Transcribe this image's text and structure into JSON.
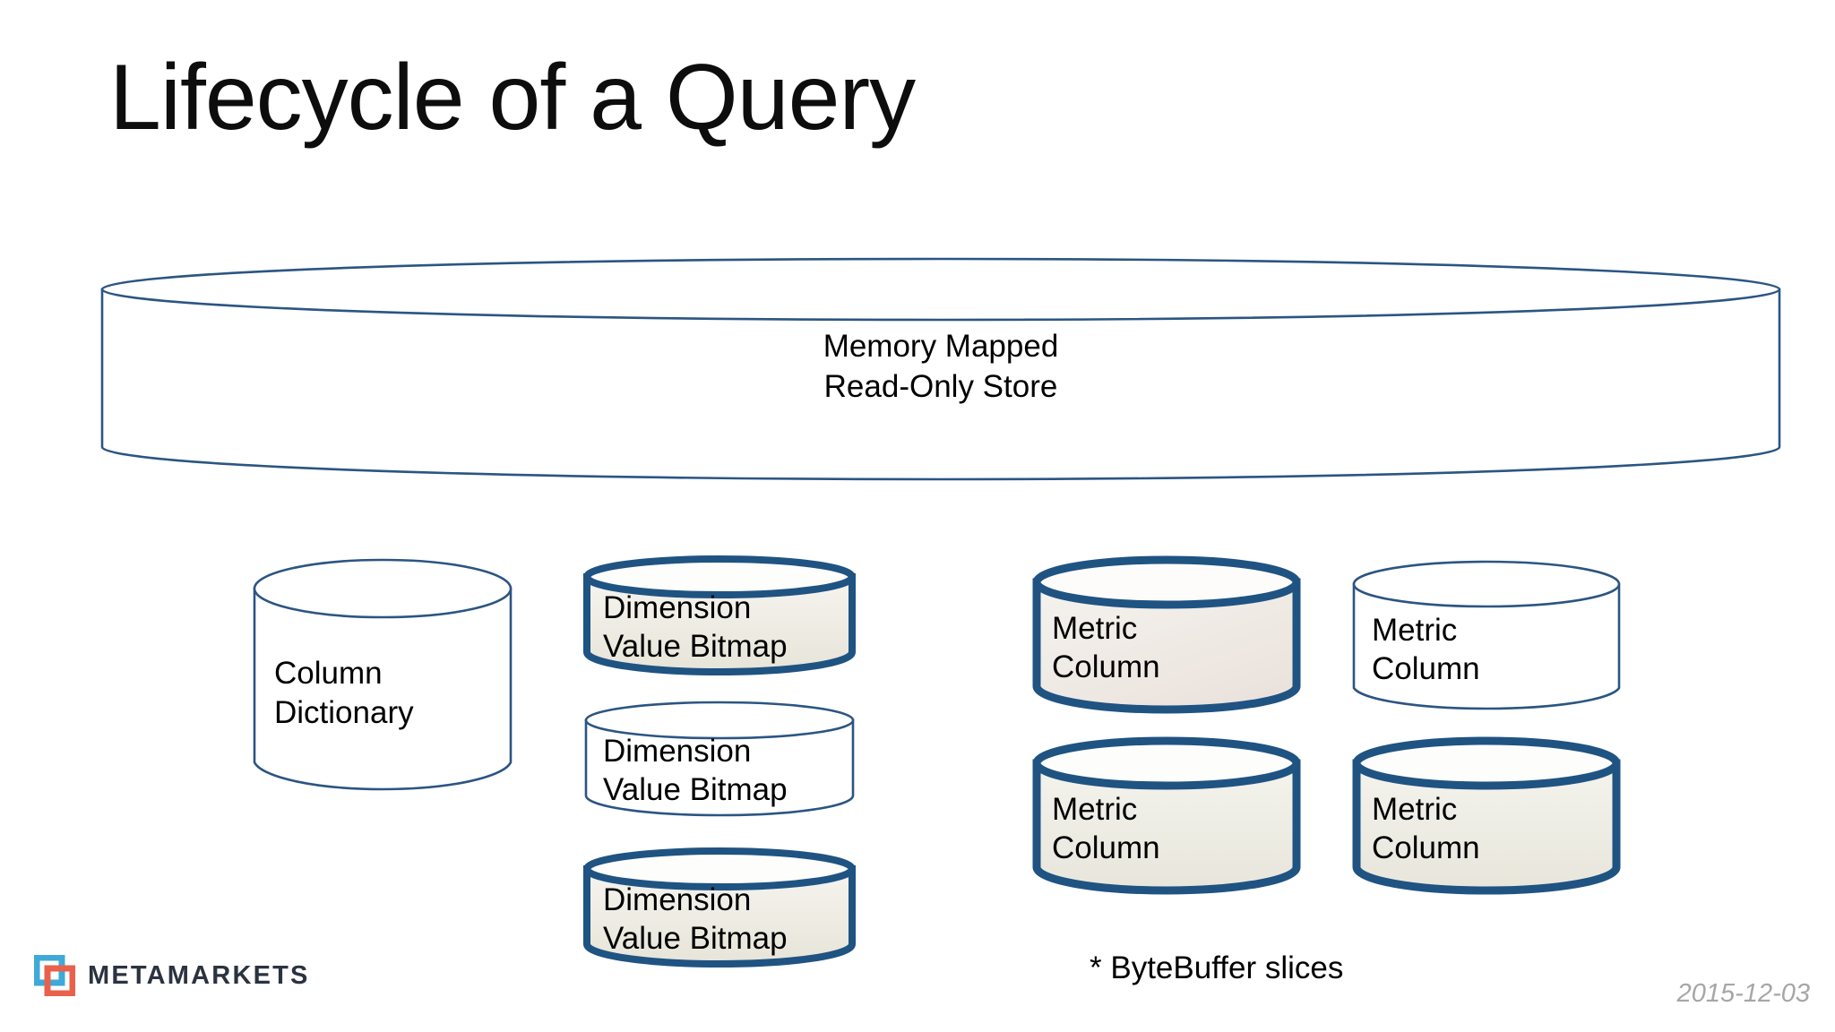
{
  "slide": {
    "title": "Lifecycle of a Query",
    "date": "2015-12-03",
    "footnote": "* ByteBuffer slices",
    "background": "#ffffff"
  },
  "brand": {
    "name": "METAMARKETS",
    "logo_icon": "metamarkets-squares-icon",
    "square_cyan": "#3fa9d8",
    "square_orange": "#e8614a",
    "wordmark_color": "#2b3340"
  },
  "palette": {
    "outline_thin": "#2b5582",
    "outline_thick": "#1f5382",
    "fill_white": "#ffffff",
    "fill_beige_top": "#f2f0ea",
    "fill_beige_bottom": "#e9e6dc",
    "fill_warm_top": "#f4efec",
    "fill_warm_bottom": "#ece5e1",
    "text_color": "#000000",
    "title_color": "#0d0d0d",
    "date_color": "#a6a6a6"
  },
  "diagram": {
    "store": {
      "label": "Memory Mapped\nRead-Only Store",
      "style": "thin-outline",
      "fill": "white"
    },
    "column_dictionary": {
      "label": "Column\nDictionary",
      "style": "thin-outline",
      "fill": "white"
    },
    "dimension_bitmaps": [
      {
        "label": "Dimension\nValue Bitmap",
        "style": "thick-outline",
        "fill": "beige"
      },
      {
        "label": "Dimension\nValue Bitmap",
        "style": "thin-outline",
        "fill": "white"
      },
      {
        "label": "Dimension\nValue Bitmap",
        "style": "thick-outline",
        "fill": "beige"
      }
    ],
    "metric_columns": [
      {
        "label": "Metric\nColumn",
        "style": "thick-outline",
        "fill": "warm-beige"
      },
      {
        "label": "Metric\nColumn",
        "style": "thin-outline",
        "fill": "white"
      },
      {
        "label": "Metric\nColumn",
        "style": "thick-outline",
        "fill": "beige"
      },
      {
        "label": "Metric\nColumn",
        "style": "thick-outline",
        "fill": "beige"
      }
    ]
  }
}
